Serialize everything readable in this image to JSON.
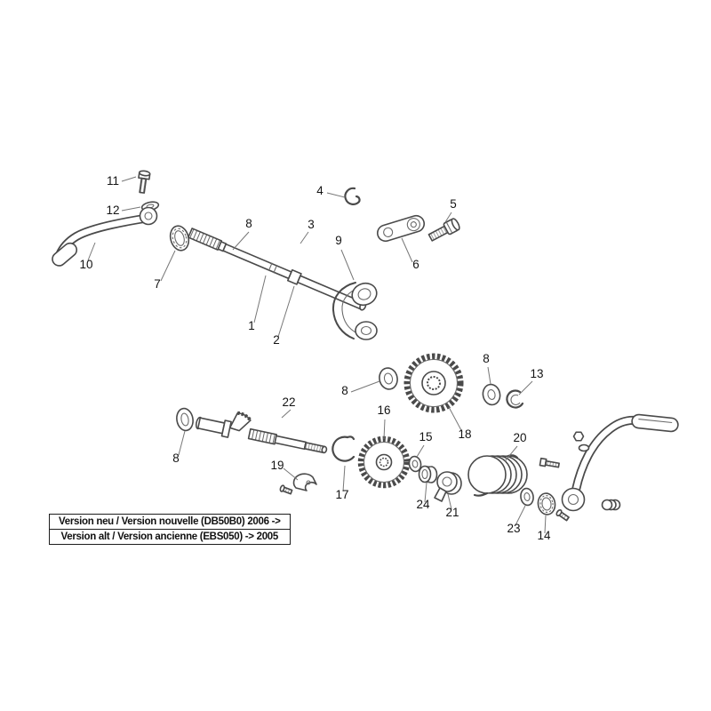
{
  "diagram": {
    "labels": [
      {
        "text": "11"
      },
      {
        "text": "12"
      },
      {
        "text": "10"
      },
      {
        "text": "7"
      },
      {
        "text": "8"
      },
      {
        "text": "3"
      },
      {
        "text": "4"
      },
      {
        "text": "5"
      },
      {
        "text": "6"
      },
      {
        "text": "9"
      },
      {
        "text": "1"
      },
      {
        "text": "2"
      },
      {
        "text": "8"
      },
      {
        "text": "16"
      },
      {
        "text": "18"
      },
      {
        "text": "8"
      },
      {
        "text": "13"
      },
      {
        "text": "22"
      },
      {
        "text": "8"
      },
      {
        "text": "19"
      },
      {
        "text": "17"
      },
      {
        "text": "15"
      },
      {
        "text": "24"
      },
      {
        "text": "21"
      },
      {
        "text": "20"
      },
      {
        "text": "23"
      },
      {
        "text": "14"
      }
    ]
  },
  "caption": {
    "line1": "Version neu / Version nouvelle (DB50B0) 2006 ->",
    "line2": "Version alt / Version ancienne (EBS050) -> 2005"
  },
  "colors": {
    "line": "#4a4a4a",
    "label": "#141414"
  }
}
